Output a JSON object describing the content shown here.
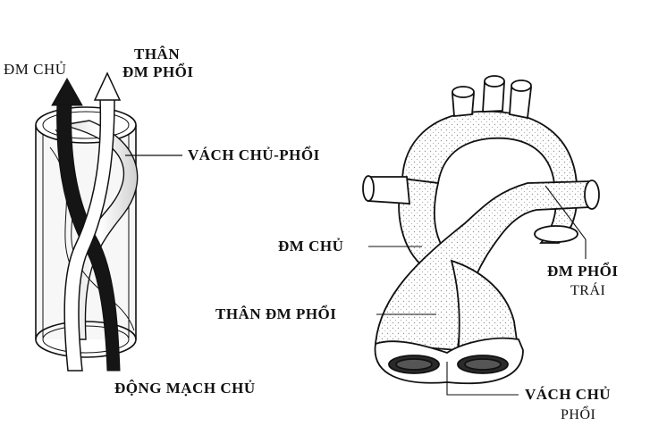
{
  "labels": {
    "dm_chu_top": "ĐM CHỦ",
    "than_dm_phoi_top_line1": "THÂN",
    "than_dm_phoi_top_line2": "ĐM PHỔI",
    "vach_chu_phoi_left": "VÁCH CHỦ-PHỔI",
    "dong_mach_chu": "ĐỘNG MẠCH CHỦ",
    "dm_chu_right": "ĐM CHỦ",
    "than_dm_phoi_right": "THÂN ĐM PHỔI",
    "dm_phoi_trai_line1": "ĐM PHỔI",
    "dm_phoi_trai_line2": "TRÁI",
    "vach_chu_phoi_right_line1": "VÁCH CHỦ",
    "vach_chu_phoi_right_line2": "PHỔI"
  },
  "colors": {
    "ink": "#111111",
    "fill": "#ffffff",
    "shade": "#cfcfcf"
  }
}
